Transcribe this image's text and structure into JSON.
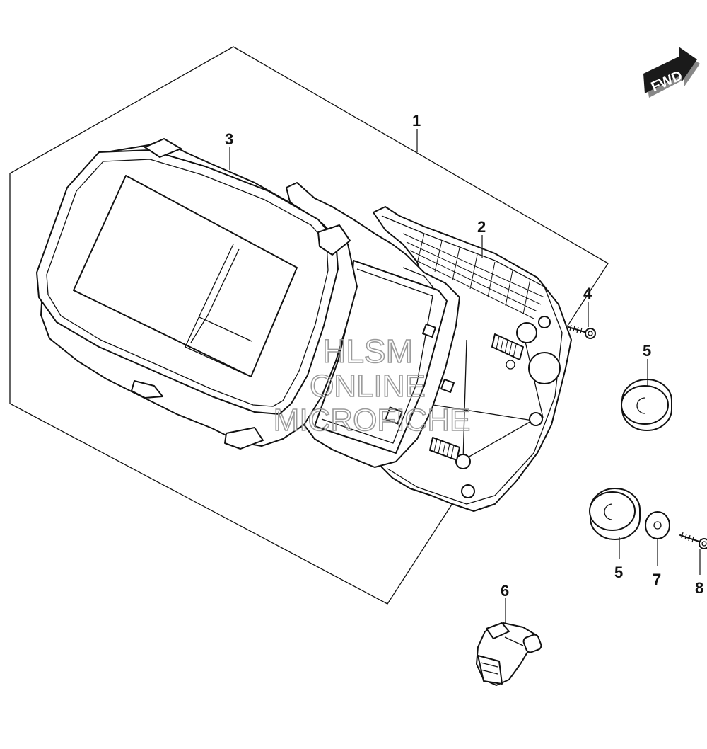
{
  "direction_badge": {
    "label": "FWD"
  },
  "watermark": {
    "line1": "HLSM",
    "line2": "ONLINE",
    "line3": "MICROFICHE"
  },
  "callouts": [
    {
      "id": "1",
      "label": "1"
    },
    {
      "id": "2",
      "label": "2"
    },
    {
      "id": "3",
      "label": "3"
    },
    {
      "id": "4",
      "label": "4"
    },
    {
      "id": "5a",
      "label": "5"
    },
    {
      "id": "5b",
      "label": "5"
    },
    {
      "id": "6",
      "label": "6"
    },
    {
      "id": "7",
      "label": "7"
    },
    {
      "id": "8",
      "label": "8"
    }
  ],
  "colors": {
    "line": "#111111",
    "watermark": "#9a9a9a",
    "background": "#ffffff"
  }
}
